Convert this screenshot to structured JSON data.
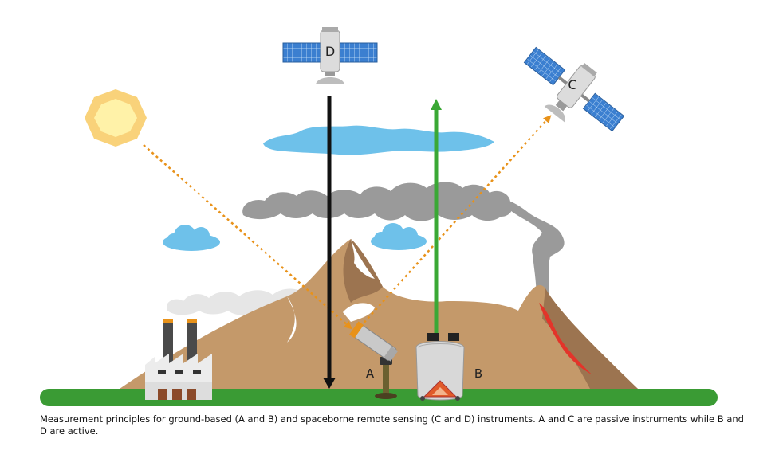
{
  "labels": {
    "A": "A",
    "B": "B",
    "C": "C",
    "D": "D"
  },
  "caption": "Measurement principles for ground-based (A and B) and spaceborne remote sensing (C and D) instruments. A and C are passive instruments while B and D are active.",
  "colors": {
    "sky_cloud": "#6ec1ea",
    "smoke": "#9a9a9a",
    "mountain": "#c4996a",
    "mountain_dark": "#9c7450",
    "ground": "#3a9b34",
    "sun_outer": "#f9d27a",
    "sun_inner": "#fff2a8",
    "solar_path": "#e8921a",
    "active_beam": "#3aa835",
    "satellite_beam": "#111111",
    "lava": "#e3342a",
    "solar_panel": "#3b7fd0"
  }
}
